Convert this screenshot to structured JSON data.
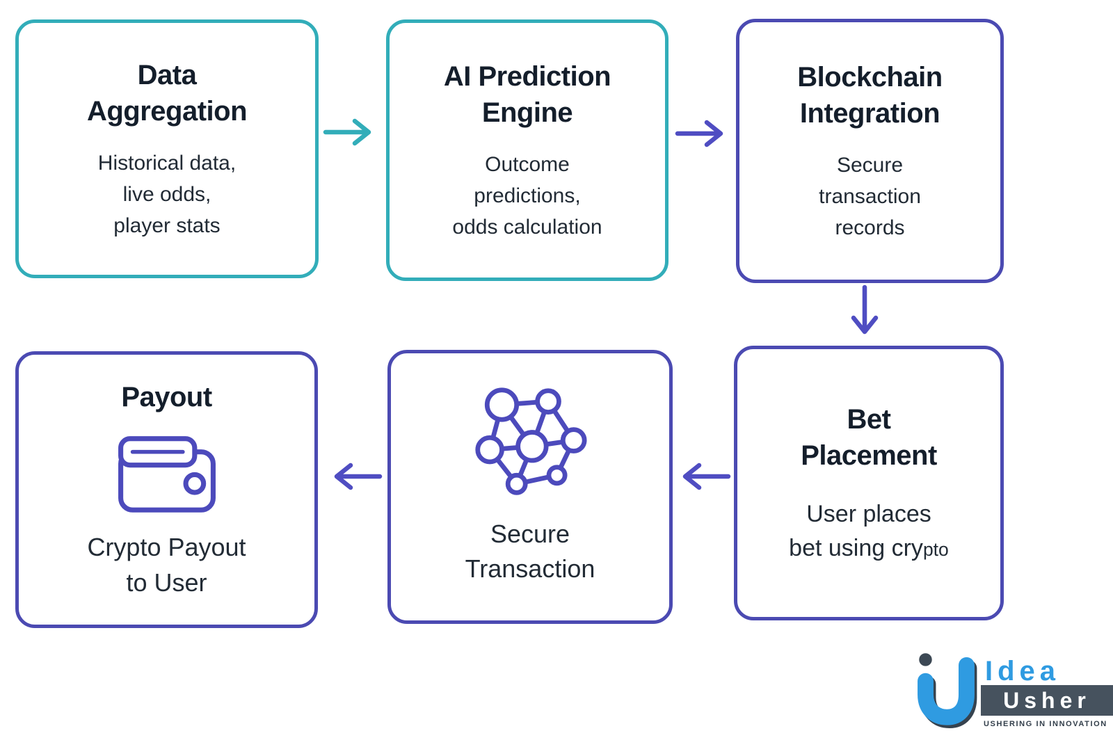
{
  "colors": {
    "teal_border": "#32ADB9",
    "purple_border": "#4B4AB2",
    "arrow_purple": "#4F4DC2",
    "icon_purple": "#4C4ABC",
    "title_text": "#141E2B",
    "body_text": "#222B35",
    "background": "#FFFFFF",
    "logo_blue": "#2F9BE1",
    "logo_slate": "#46525E"
  },
  "boxes": [
    {
      "title": "Data\nAggregation",
      "body": "Historical data,\nlive odds,\nplayer stats",
      "border": "teal"
    },
    {
      "title": "AI Prediction\nEngine",
      "body": "Outcome\npredictions,\nodds calculation",
      "border": "teal"
    },
    {
      "title": "Blockchain\nIntegration",
      "body": "Secure\ntransaction\nrecords",
      "border": "purple"
    },
    {
      "title": "Bet\nPlacement",
      "body": "User places\nbet using cry",
      "body_suffix": "pto",
      "border": "purple"
    },
    {
      "label": "Secure\nTransaction",
      "icon": "network-icon",
      "border": "purple"
    },
    {
      "title": "Payout",
      "body": "Crypto Payout\nto User",
      "icon": "wallet-icon",
      "border": "purple"
    }
  ],
  "arrows": [
    {
      "from": "Data Aggregation",
      "to": "AI Prediction Engine",
      "direction": "right",
      "color": "#32ADB9"
    },
    {
      "from": "AI Prediction Engine",
      "to": "Blockchain Integration",
      "direction": "right",
      "color": "#4F4DC2"
    },
    {
      "from": "Blockchain Integration",
      "to": "Bet Placement",
      "direction": "down",
      "color": "#4F4DC2"
    },
    {
      "from": "Bet Placement",
      "to": "Secure Transaction",
      "direction": "left",
      "color": "#4F4DC2"
    },
    {
      "from": "Secure Transaction",
      "to": "Payout",
      "direction": "left",
      "color": "#4F4DC2"
    }
  ],
  "logo": {
    "brand_line1": "Idea",
    "brand_line2": "Usher",
    "tagline": "USHERING IN INNOVATION"
  }
}
